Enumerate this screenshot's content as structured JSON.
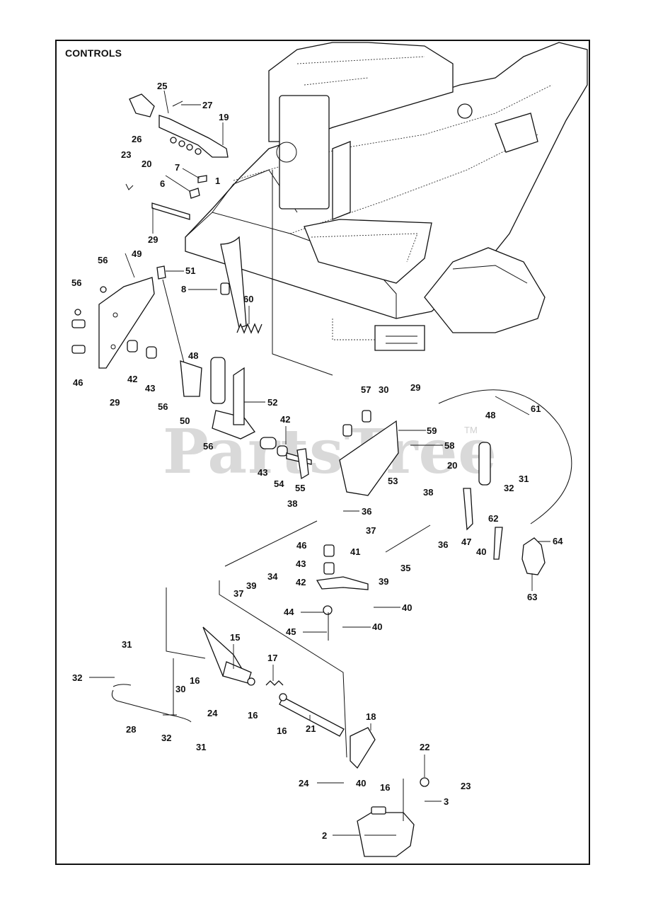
{
  "title": "CONTROLS",
  "watermark": "PartsTree",
  "watermark_tm": "TM",
  "callouts": [
    {
      "id": "c25",
      "text": "25"
    },
    {
      "id": "c27",
      "text": "27"
    },
    {
      "id": "c26",
      "text": "26"
    },
    {
      "id": "c19",
      "text": "19"
    },
    {
      "id": "c20a",
      "text": "20"
    },
    {
      "id": "c23a",
      "text": "23"
    },
    {
      "id": "c7",
      "text": "7"
    },
    {
      "id": "c1",
      "text": "1"
    },
    {
      "id": "c6",
      "text": "6"
    },
    {
      "id": "c29a",
      "text": "29"
    },
    {
      "id": "c56a",
      "text": "56"
    },
    {
      "id": "c49",
      "text": "49"
    },
    {
      "id": "c51",
      "text": "51"
    },
    {
      "id": "c56b",
      "text": "56"
    },
    {
      "id": "c8",
      "text": "8"
    },
    {
      "id": "c60",
      "text": "60"
    },
    {
      "id": "c48a",
      "text": "48"
    },
    {
      "id": "c46a",
      "text": "46"
    },
    {
      "id": "c29b",
      "text": "29"
    },
    {
      "id": "c42a",
      "text": "42"
    },
    {
      "id": "c43a",
      "text": "43"
    },
    {
      "id": "c56c",
      "text": "56"
    },
    {
      "id": "c50",
      "text": "50"
    },
    {
      "id": "c52",
      "text": "52"
    },
    {
      "id": "c56d",
      "text": "56"
    },
    {
      "id": "c42b",
      "text": "42"
    },
    {
      "id": "c43b",
      "text": "43"
    },
    {
      "id": "c54",
      "text": "54"
    },
    {
      "id": "c55",
      "text": "55"
    },
    {
      "id": "c57",
      "text": "57"
    },
    {
      "id": "c30a",
      "text": "30"
    },
    {
      "id": "c29c",
      "text": "29"
    },
    {
      "id": "c61",
      "text": "61"
    },
    {
      "id": "c59",
      "text": "59"
    },
    {
      "id": "c48b",
      "text": "48"
    },
    {
      "id": "c58",
      "text": "58"
    },
    {
      "id": "c53",
      "text": "53"
    },
    {
      "id": "c20b",
      "text": "20"
    },
    {
      "id": "c32a",
      "text": "32"
    },
    {
      "id": "c31a",
      "text": "31"
    },
    {
      "id": "c38a",
      "text": "38"
    },
    {
      "id": "c36a",
      "text": "36"
    },
    {
      "id": "c38b",
      "text": "38"
    },
    {
      "id": "c62",
      "text": "62"
    },
    {
      "id": "c37a",
      "text": "37"
    },
    {
      "id": "c46b",
      "text": "46"
    },
    {
      "id": "c41",
      "text": "41"
    },
    {
      "id": "c36b",
      "text": "36"
    },
    {
      "id": "c47",
      "text": "47"
    },
    {
      "id": "c40a",
      "text": "40"
    },
    {
      "id": "c64",
      "text": "64"
    },
    {
      "id": "c43c",
      "text": "43"
    },
    {
      "id": "c34",
      "text": "34"
    },
    {
      "id": "c35",
      "text": "35"
    },
    {
      "id": "c42c",
      "text": "42"
    },
    {
      "id": "c39a",
      "text": "39"
    },
    {
      "id": "c39b",
      "text": "39"
    },
    {
      "id": "c37b",
      "text": "37"
    },
    {
      "id": "c63",
      "text": "63"
    },
    {
      "id": "c44",
      "text": "44"
    },
    {
      "id": "c40b",
      "text": "40"
    },
    {
      "id": "c45",
      "text": "45"
    },
    {
      "id": "c40c",
      "text": "40"
    },
    {
      "id": "c15",
      "text": "15"
    },
    {
      "id": "c31b",
      "text": "31"
    },
    {
      "id": "c17",
      "text": "17"
    },
    {
      "id": "c32b",
      "text": "32"
    },
    {
      "id": "c16a",
      "text": "16"
    },
    {
      "id": "c30b",
      "text": "30"
    },
    {
      "id": "c24a",
      "text": "24"
    },
    {
      "id": "c16b",
      "text": "16"
    },
    {
      "id": "c28",
      "text": "28"
    },
    {
      "id": "c16c",
      "text": "16"
    },
    {
      "id": "c21",
      "text": "21"
    },
    {
      "id": "c32c",
      "text": "32"
    },
    {
      "id": "c31c",
      "text": "31"
    },
    {
      "id": "c18",
      "text": "18"
    },
    {
      "id": "c22",
      "text": "22"
    },
    {
      "id": "c24b",
      "text": "24"
    },
    {
      "id": "c40d",
      "text": "40"
    },
    {
      "id": "c16d",
      "text": "16"
    },
    {
      "id": "c23b",
      "text": "23"
    },
    {
      "id": "c3",
      "text": "3"
    },
    {
      "id": "c2",
      "text": "2"
    }
  ]
}
